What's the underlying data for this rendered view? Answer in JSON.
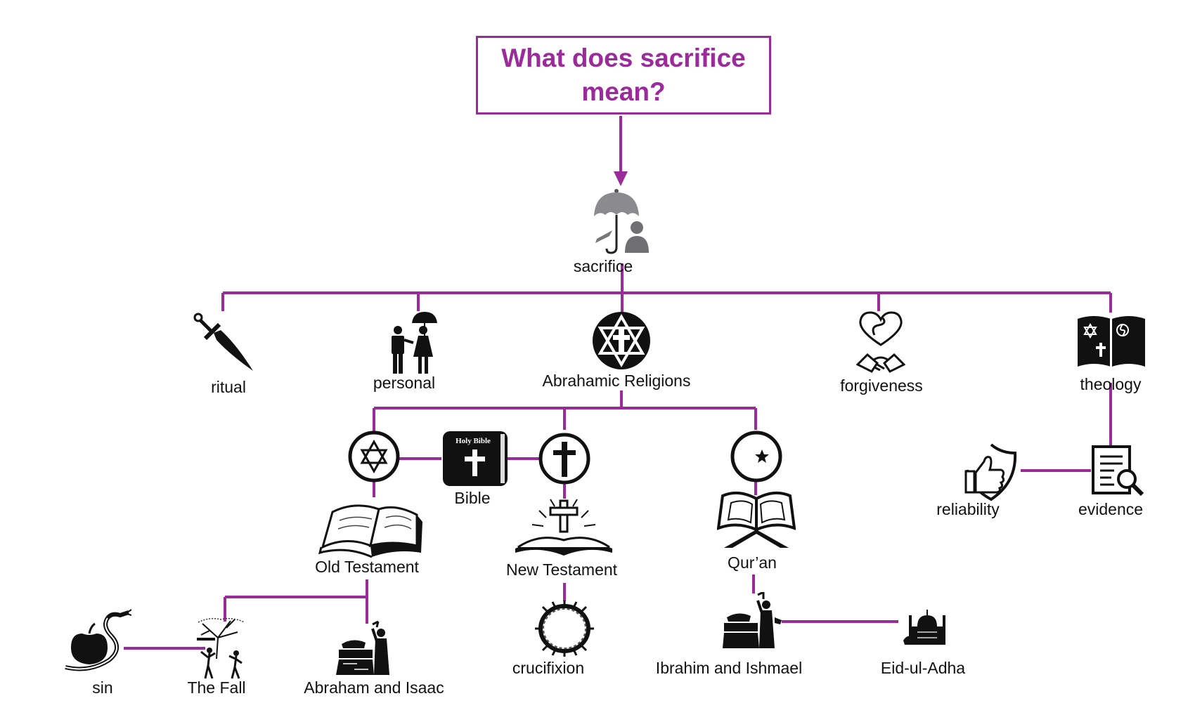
{
  "title": "What does sacrifice mean?",
  "colors": {
    "accent": "#9b2a9a",
    "icon": "#111111",
    "umbrella": "#8a8a8f"
  },
  "nodes": {
    "sacrifice": "sacrifice",
    "ritual": "ritual",
    "personal": "personal",
    "abrahamic": "Abrahamic Religions",
    "forgiveness": "forgiveness",
    "theology": "theology",
    "bible": "Bible",
    "bible_cover": "Holy Bible",
    "old_testament": "Old Testament",
    "new_testament": "New Testament",
    "quran": "Qur’an",
    "reliability": "reliability",
    "evidence": "evidence",
    "sin": "sin",
    "the_fall": "The Fall",
    "abraham_isaac": "Abraham and Isaac",
    "crucifixion": "crucifixion",
    "ibrahim_ishmael": "Ibrahim and Ishmael",
    "eid": "Eid-ul-Adha"
  }
}
